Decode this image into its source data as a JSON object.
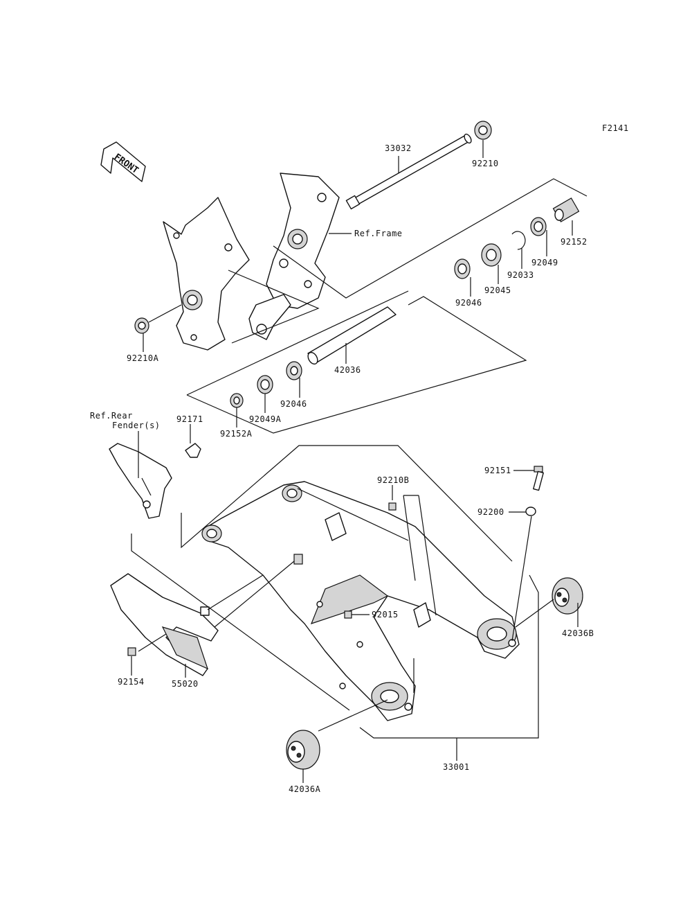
{
  "diagram_code": "F2141",
  "front_arrow_text": "FRONT",
  "refs": {
    "frame": "Ref.Frame",
    "rear_fender_line1": "Ref.Rear",
    "rear_fender_line2": "Fender(s)"
  },
  "parts": {
    "p33032": "33032",
    "p92210": "92210",
    "p92152": "92152",
    "p92049": "92049",
    "p92033": "92033",
    "p92045": "92045",
    "p92046_upper": "92046",
    "p92210A": "92210A",
    "p42036": "42036",
    "p92046_lower": "92046",
    "p92049A": "92049A",
    "p92152A": "92152A",
    "p92171": "92171",
    "p92151": "92151",
    "p92210B": "92210B",
    "p92200": "92200",
    "p92015": "92015",
    "p42036B": "42036B",
    "p92154": "92154",
    "p55020": "55020",
    "p33001": "33001",
    "p42036A": "42036A"
  }
}
